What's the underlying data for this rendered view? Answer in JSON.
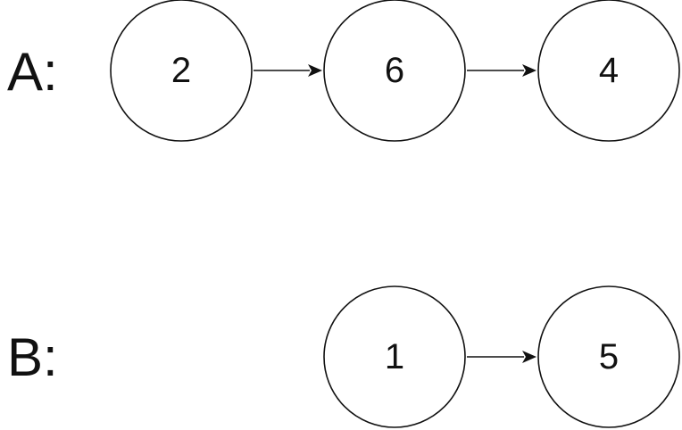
{
  "lists": [
    {
      "label": "A:",
      "nodes": [
        "2",
        "6",
        "4"
      ],
      "arrows": [
        [
          0,
          1
        ],
        [
          1,
          2
        ]
      ]
    },
    {
      "label": "B:",
      "nodes": [
        "1",
        "5"
      ],
      "arrows": [
        [
          0,
          1
        ]
      ]
    }
  ]
}
